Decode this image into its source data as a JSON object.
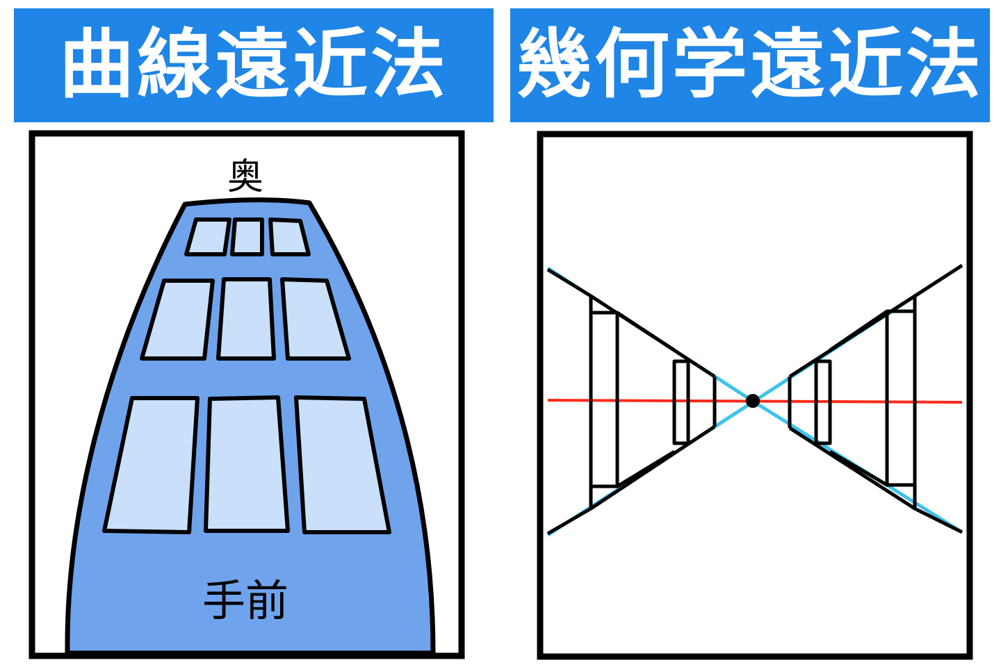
{
  "left": {
    "title": "曲線遠近法",
    "label_far": "奥",
    "label_near": "手前",
    "building_color": "#6fa3ec",
    "window_color": "#c9dffa"
  },
  "right": {
    "title": "幾何学遠近法",
    "horizon_color": "#ff2a1a",
    "guide_color": "#3ec3ea"
  },
  "colors": {
    "banner": "#1f85e6",
    "outline": "#000000"
  }
}
